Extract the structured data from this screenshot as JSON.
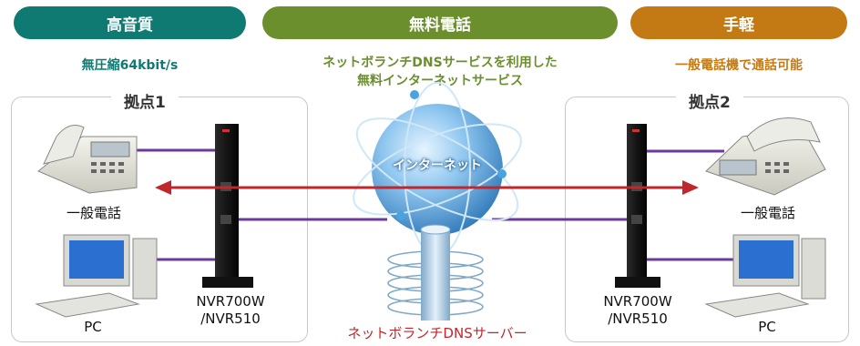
{
  "features": [
    {
      "title": "高音質",
      "desc": "無圧縮64kbit/s",
      "color": "#0e7a72"
    },
    {
      "title": "無料電話",
      "desc": "ネットボランチDNSサービスを利用した\n無料インターネットサービス",
      "color": "#6b8f2c"
    },
    {
      "title": "手軽",
      "desc": "一般電話機で通話可能",
      "color": "#c47a14"
    }
  ],
  "site1": {
    "title": "拠点1",
    "phone_label": "一般電話",
    "pc_label": "PC",
    "router_label": "NVR700W\n/NVR510"
  },
  "site2": {
    "title": "拠点2",
    "phone_label": "一般電話",
    "pc_label": "PC",
    "router_label": "NVR700W\n/NVR510"
  },
  "internet_label": "インターネット",
  "dns_server_label": "ネットボランチDNSサーバー",
  "colors": {
    "link": "#6b3a9c",
    "call": "#c0272d",
    "server": "#c0272d"
  }
}
